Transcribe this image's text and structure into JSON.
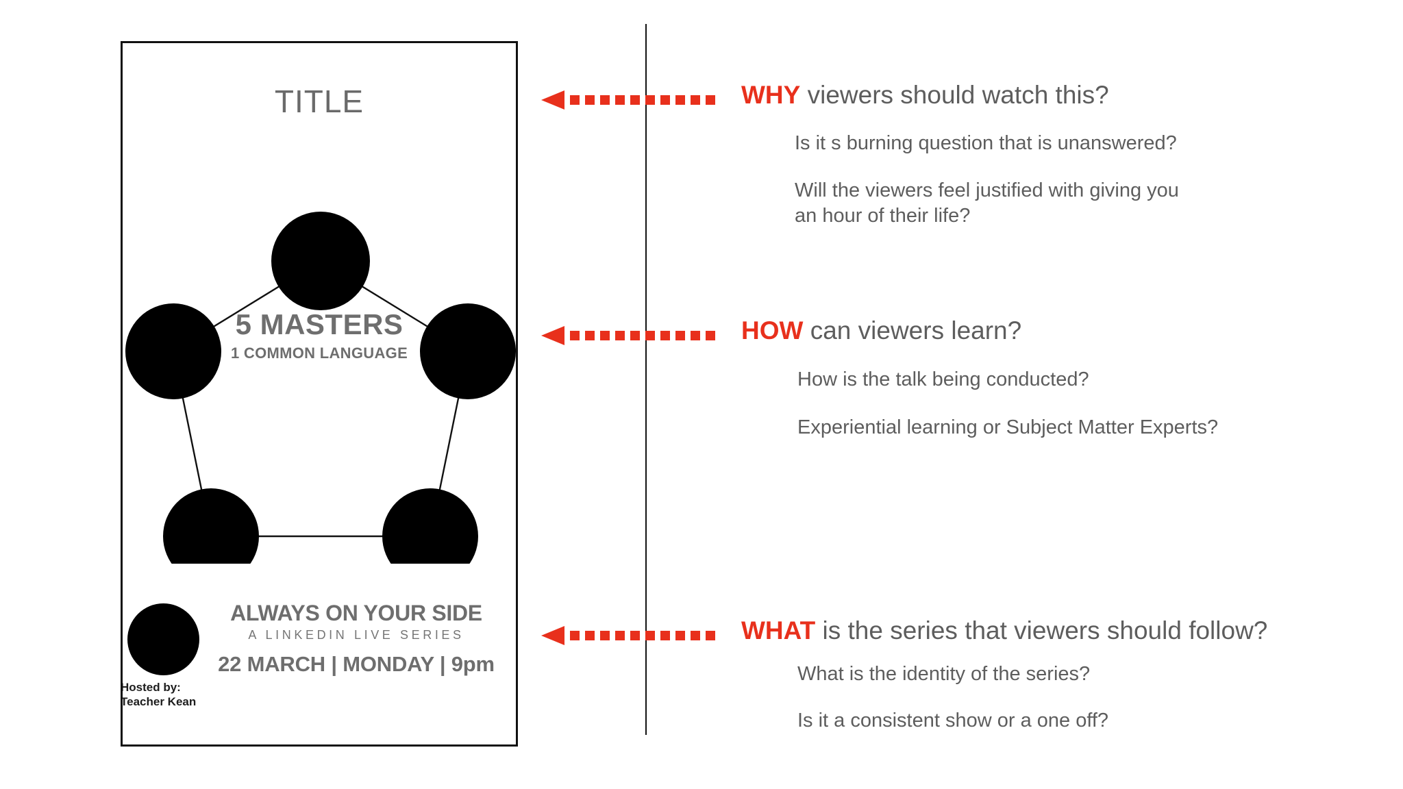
{
  "poster": {
    "title": "TITLE",
    "center": {
      "headline": "5 MASTERS",
      "subhead": "1 COMMON LANGUAGE"
    },
    "node_count": 5,
    "footer": {
      "series_name": "ALWAYS ON YOUR SIDE",
      "series_tagline": "A LINKEDIN LIVE SERIES",
      "datetime": "22 MARCH | MONDAY | 9pm",
      "hosted_by_label": "Hosted by:",
      "host_name": "Teacher Kean"
    }
  },
  "annotations": [
    {
      "id": "why",
      "keyword": "WHY",
      "heading_rest": " viewers should watch this?",
      "questions": [
        "Is it s burning question that is unanswered?",
        "Will the viewers feel justified with giving you\nan hour of their life?"
      ]
    },
    {
      "id": "how",
      "keyword": "HOW",
      "heading_rest": " can viewers learn?",
      "questions": [
        "How is the talk being conducted?",
        "Experiential learning or Subject Matter Experts?"
      ]
    },
    {
      "id": "what",
      "keyword": "WHAT",
      "heading_rest": " is the series that viewers should follow?",
      "questions": [
        "What is the identity of the series?",
        "Is it a consistent show or a one off?"
      ]
    }
  ],
  "colors": {
    "accent_red": "#e8301c",
    "body_gray": "#5d5d5d",
    "poster_gray": "#6e6e6e",
    "node_black": "#000000",
    "line_black": "#111111"
  }
}
